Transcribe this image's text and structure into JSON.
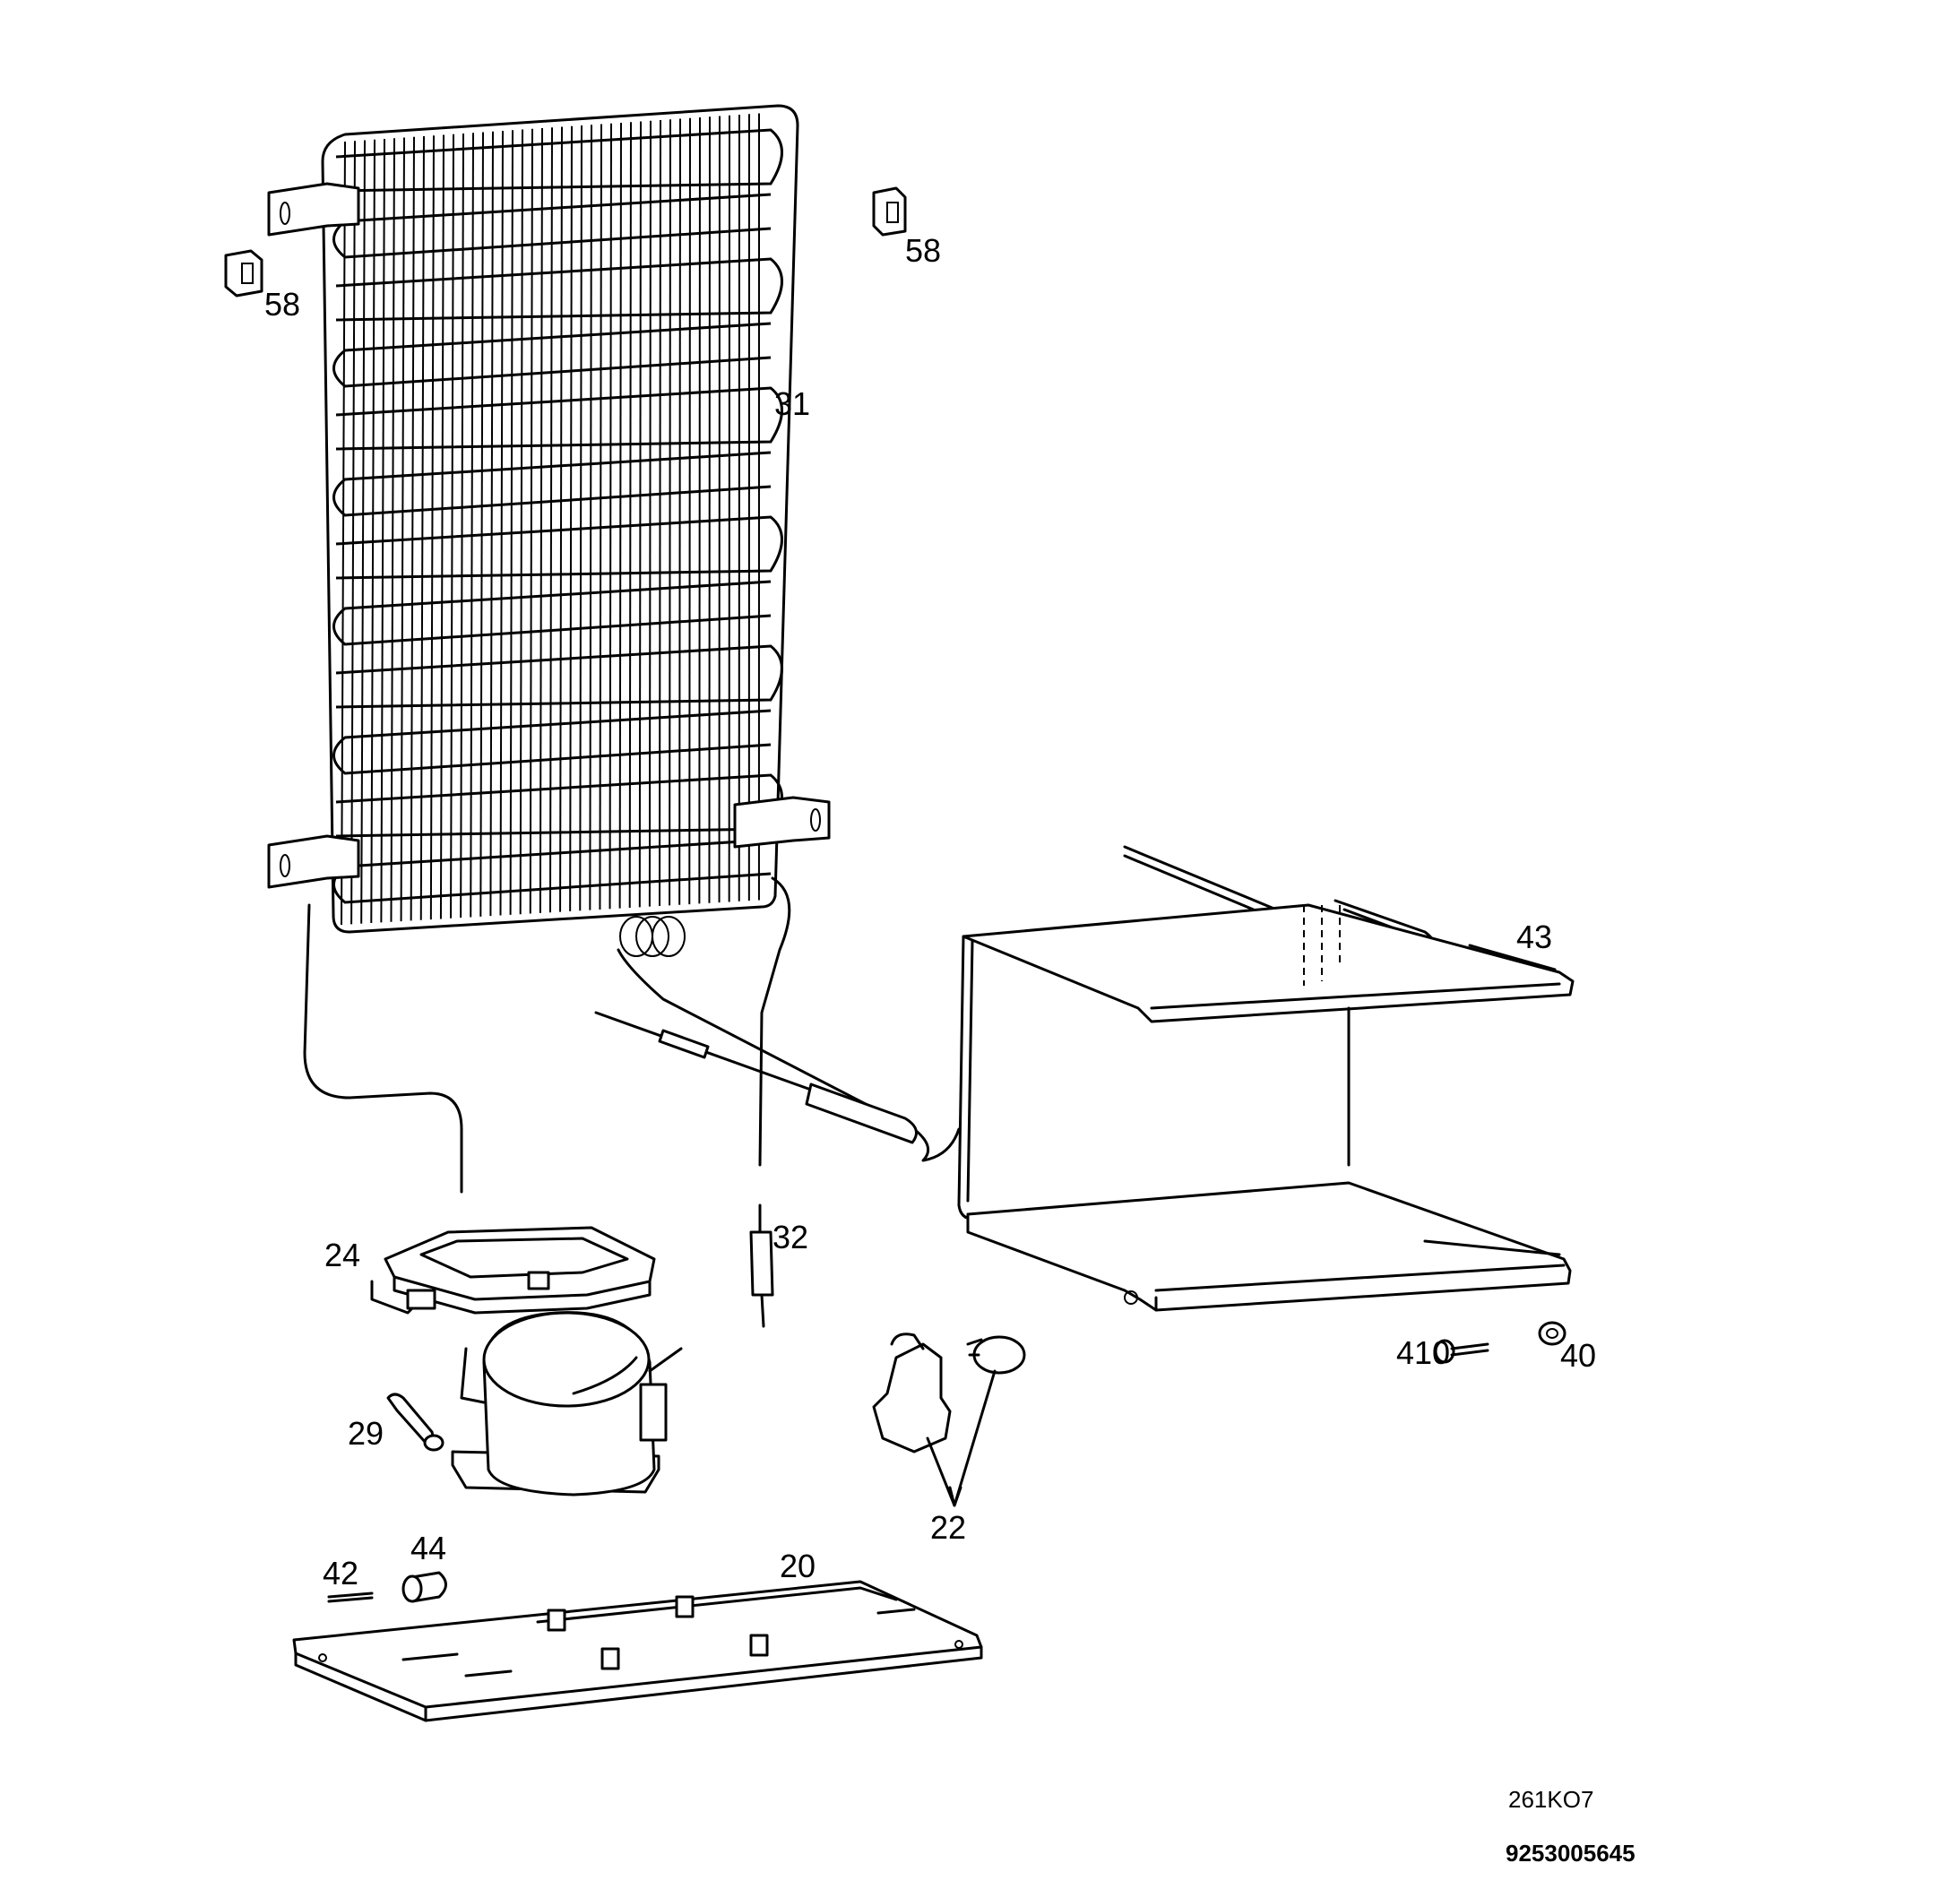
{
  "parts": [
    {
      "id": "condenser",
      "number": "31"
    },
    {
      "id": "clip-left",
      "number": "58"
    },
    {
      "id": "clip-right",
      "number": "58"
    },
    {
      "id": "filter-drier",
      "number": "32"
    },
    {
      "id": "compressor-base",
      "number": "24"
    },
    {
      "id": "relay-connector",
      "number": "29"
    },
    {
      "id": "starter-relay-overload",
      "number": "22"
    },
    {
      "id": "mounting-plate",
      "number": "20"
    },
    {
      "id": "pin",
      "number": "42"
    },
    {
      "id": "grommet",
      "number": "44"
    },
    {
      "id": "frame",
      "number": "43"
    },
    {
      "id": "screw",
      "number": "410"
    },
    {
      "id": "nut",
      "number": "40"
    }
  ],
  "footer": {
    "drawing_code": "261KO7",
    "part_number": "9253005645"
  }
}
